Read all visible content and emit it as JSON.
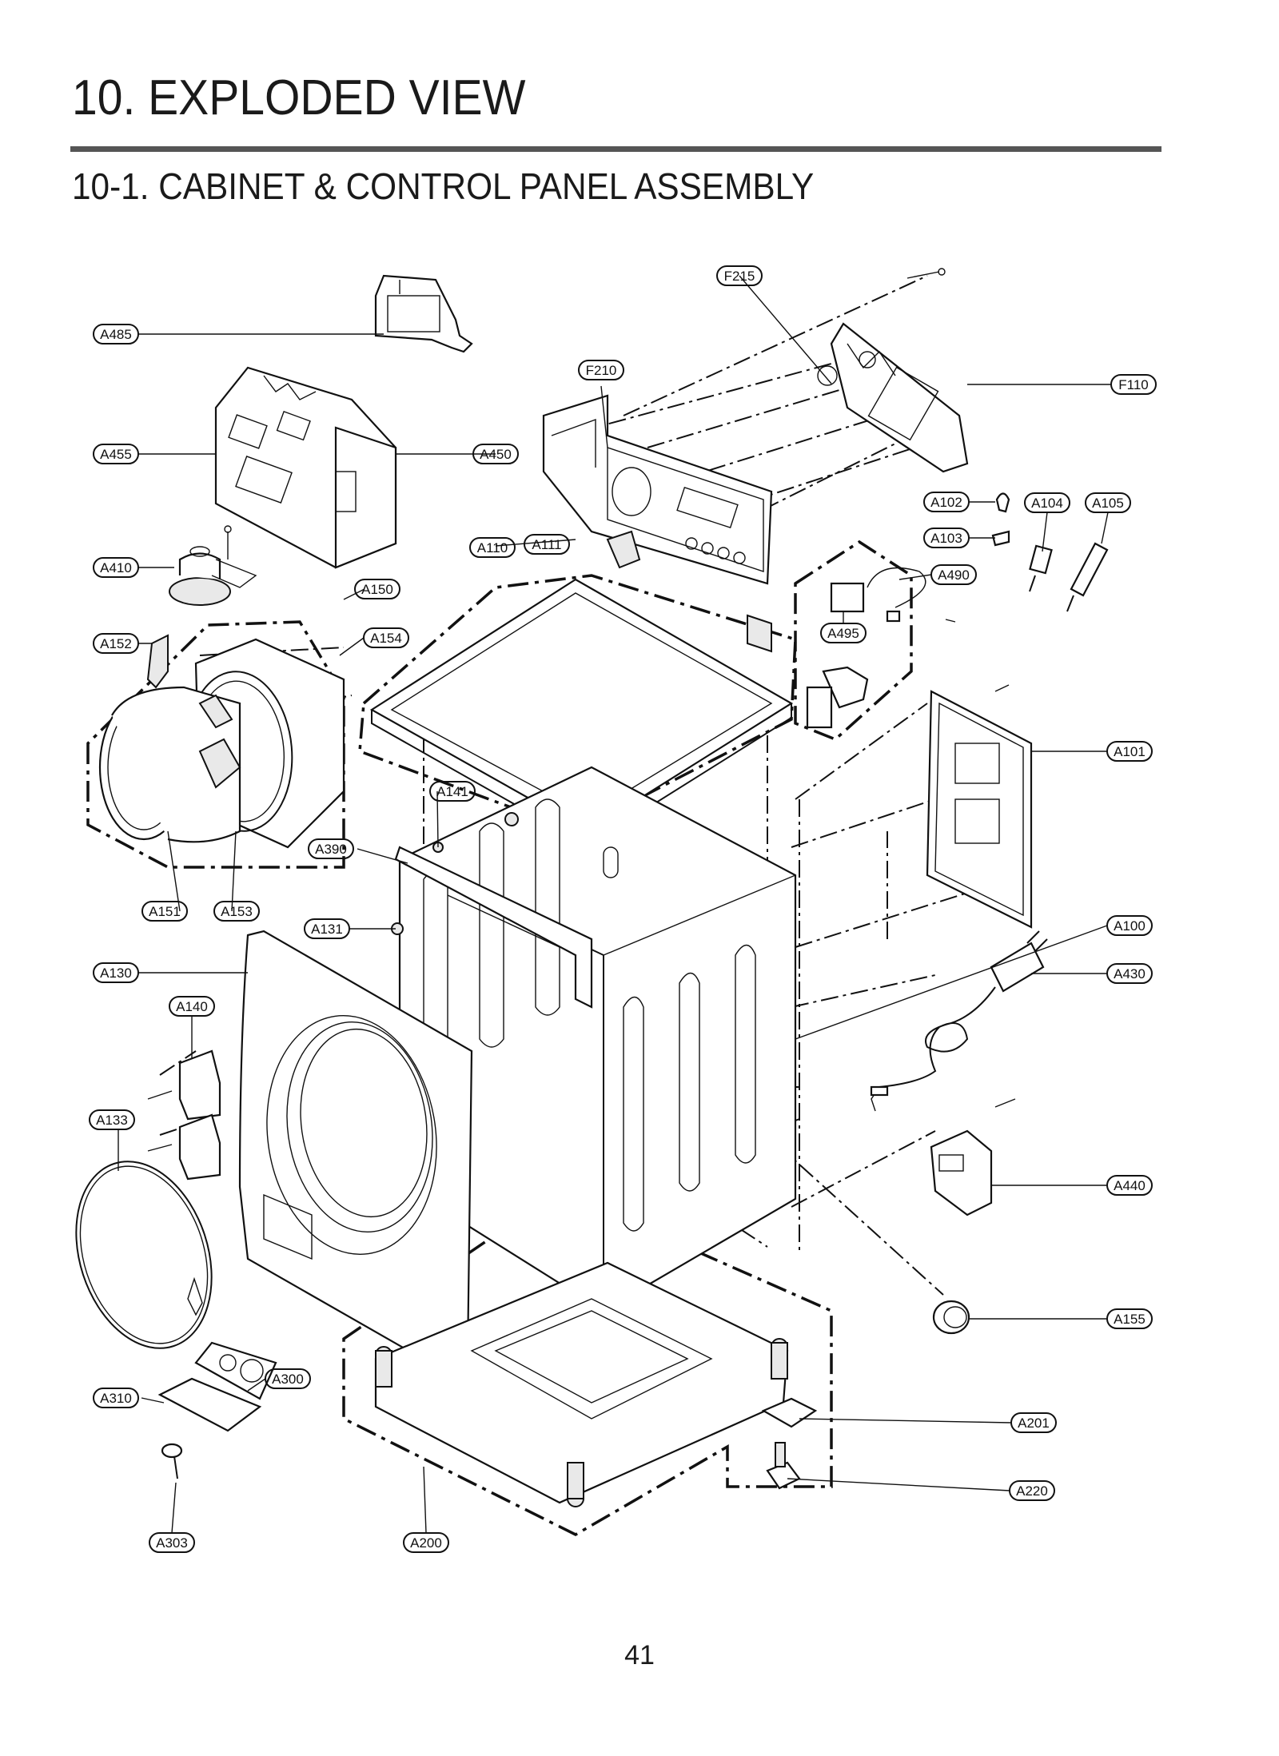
{
  "page": {
    "title": "10. EXPLODED VIEW",
    "subtitle": "10-1. CABINET  & CONTROL PANEL ASSEMBLY",
    "page_number": "41"
  },
  "callouts": [
    {
      "id": "F215",
      "label": "F215"
    },
    {
      "id": "A485",
      "label": "A485"
    },
    {
      "id": "F210",
      "label": "F210"
    },
    {
      "id": "F110",
      "label": "F110"
    },
    {
      "id": "A455",
      "label": "A455"
    },
    {
      "id": "A450",
      "label": "A450"
    },
    {
      "id": "A102",
      "label": "A102"
    },
    {
      "id": "A104",
      "label": "A104"
    },
    {
      "id": "A105",
      "label": "A105"
    },
    {
      "id": "A103",
      "label": "A103"
    },
    {
      "id": "A110",
      "label": "A110"
    },
    {
      "id": "A111",
      "label": "A111"
    },
    {
      "id": "A410",
      "label": "A410"
    },
    {
      "id": "A490",
      "label": "A490"
    },
    {
      "id": "A150",
      "label": "A150"
    },
    {
      "id": "A495",
      "label": "A495"
    },
    {
      "id": "A152",
      "label": "A152"
    },
    {
      "id": "A154",
      "label": "A154"
    },
    {
      "id": "A101",
      "label": "A101"
    },
    {
      "id": "A141",
      "label": "A141"
    },
    {
      "id": "A390",
      "label": "A390"
    },
    {
      "id": "A151",
      "label": "A151"
    },
    {
      "id": "A153",
      "label": "A153"
    },
    {
      "id": "A131",
      "label": "A131"
    },
    {
      "id": "A100",
      "label": "A100"
    },
    {
      "id": "A130",
      "label": "A130"
    },
    {
      "id": "A430",
      "label": "A430"
    },
    {
      "id": "A140",
      "label": "A140"
    },
    {
      "id": "A133",
      "label": "A133"
    },
    {
      "id": "A440",
      "label": "A440"
    },
    {
      "id": "A155",
      "label": "A155"
    },
    {
      "id": "A300",
      "label": "A300"
    },
    {
      "id": "A310",
      "label": "A310"
    },
    {
      "id": "A201",
      "label": "A201"
    },
    {
      "id": "A220",
      "label": "A220"
    },
    {
      "id": "A303",
      "label": "A303"
    },
    {
      "id": "A200",
      "label": "A200"
    }
  ]
}
